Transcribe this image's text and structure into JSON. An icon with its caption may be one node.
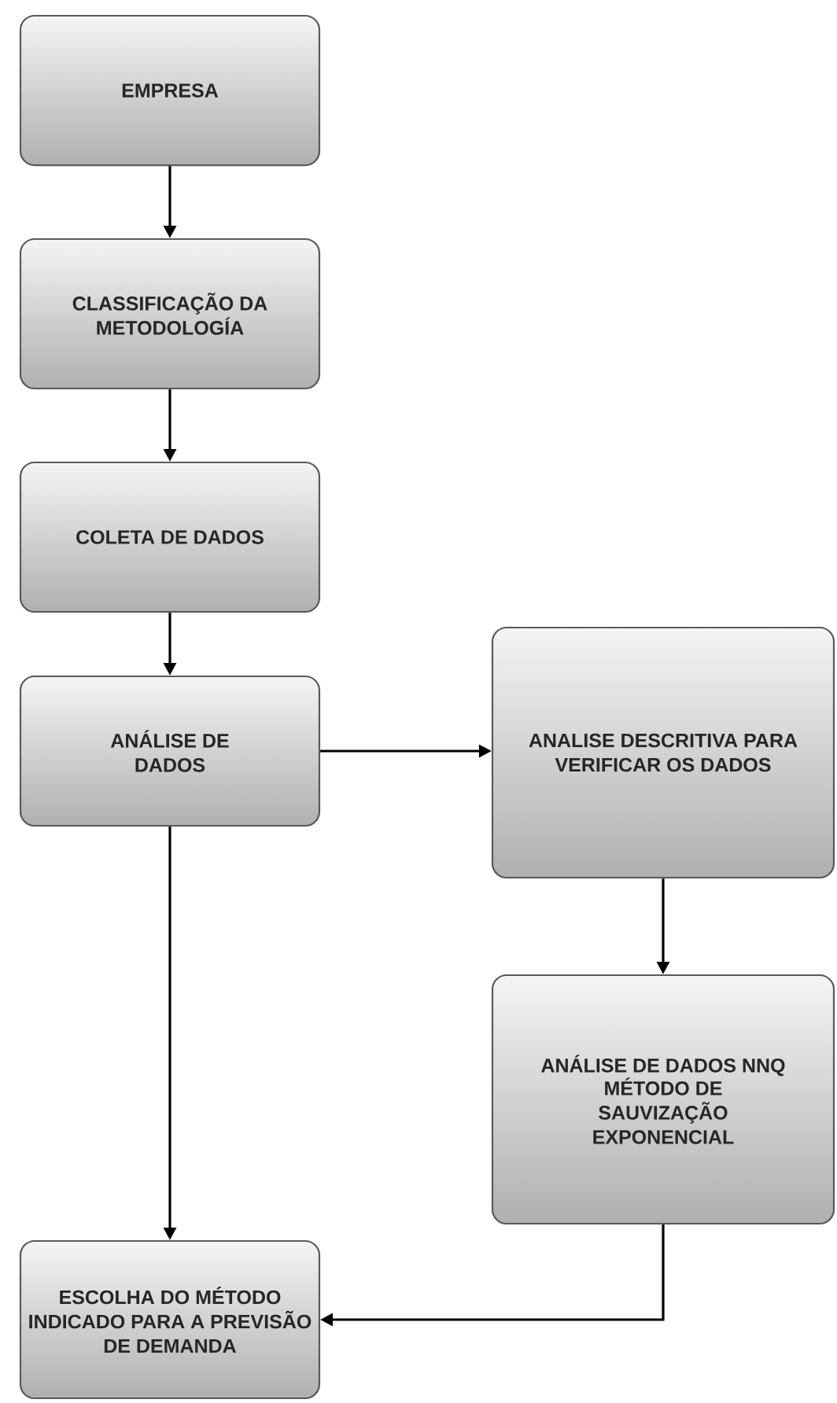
{
  "diagram": {
    "nodes": [
      {
        "text": [
          "EMPRESA"
        ]
      },
      {
        "text": [
          "CLASSIFICAÇÃO DA METODOLOGÍA"
        ]
      },
      {
        "text": [
          "COLETA DE DADOS"
        ]
      },
      {
        "text": [
          "ANÁLISE DE DADOS"
        ]
      },
      {
        "text": [
          "ANALISE DESCRITIVA PARA VERIFICAR OS DADOS"
        ]
      },
      {
        "text": [
          "ANÁLISE DE DADOS NNQ",
          "MÉTODO DE SAUVIZAÇÃO EXPONENCIAL"
        ]
      },
      {
        "text": [
          "ESCOLHA DO MÉTODO INDICADO PARA A PREVISÃO DE DEMANDA"
        ]
      }
    ],
    "edges": [
      {
        "from": 0,
        "to": 1,
        "arrow": "to"
      },
      {
        "from": 1,
        "to": 2,
        "arrow": "to"
      },
      {
        "from": 2,
        "to": 3,
        "arrow": "to"
      },
      {
        "from": 3,
        "to": 4,
        "arrow": "to"
      },
      {
        "from": 4,
        "to": 5,
        "arrow": "to"
      },
      {
        "from": 3,
        "to": 6,
        "arrow": "to"
      },
      {
        "from": 5,
        "to": 6,
        "arrow": "to"
      }
    ]
  }
}
